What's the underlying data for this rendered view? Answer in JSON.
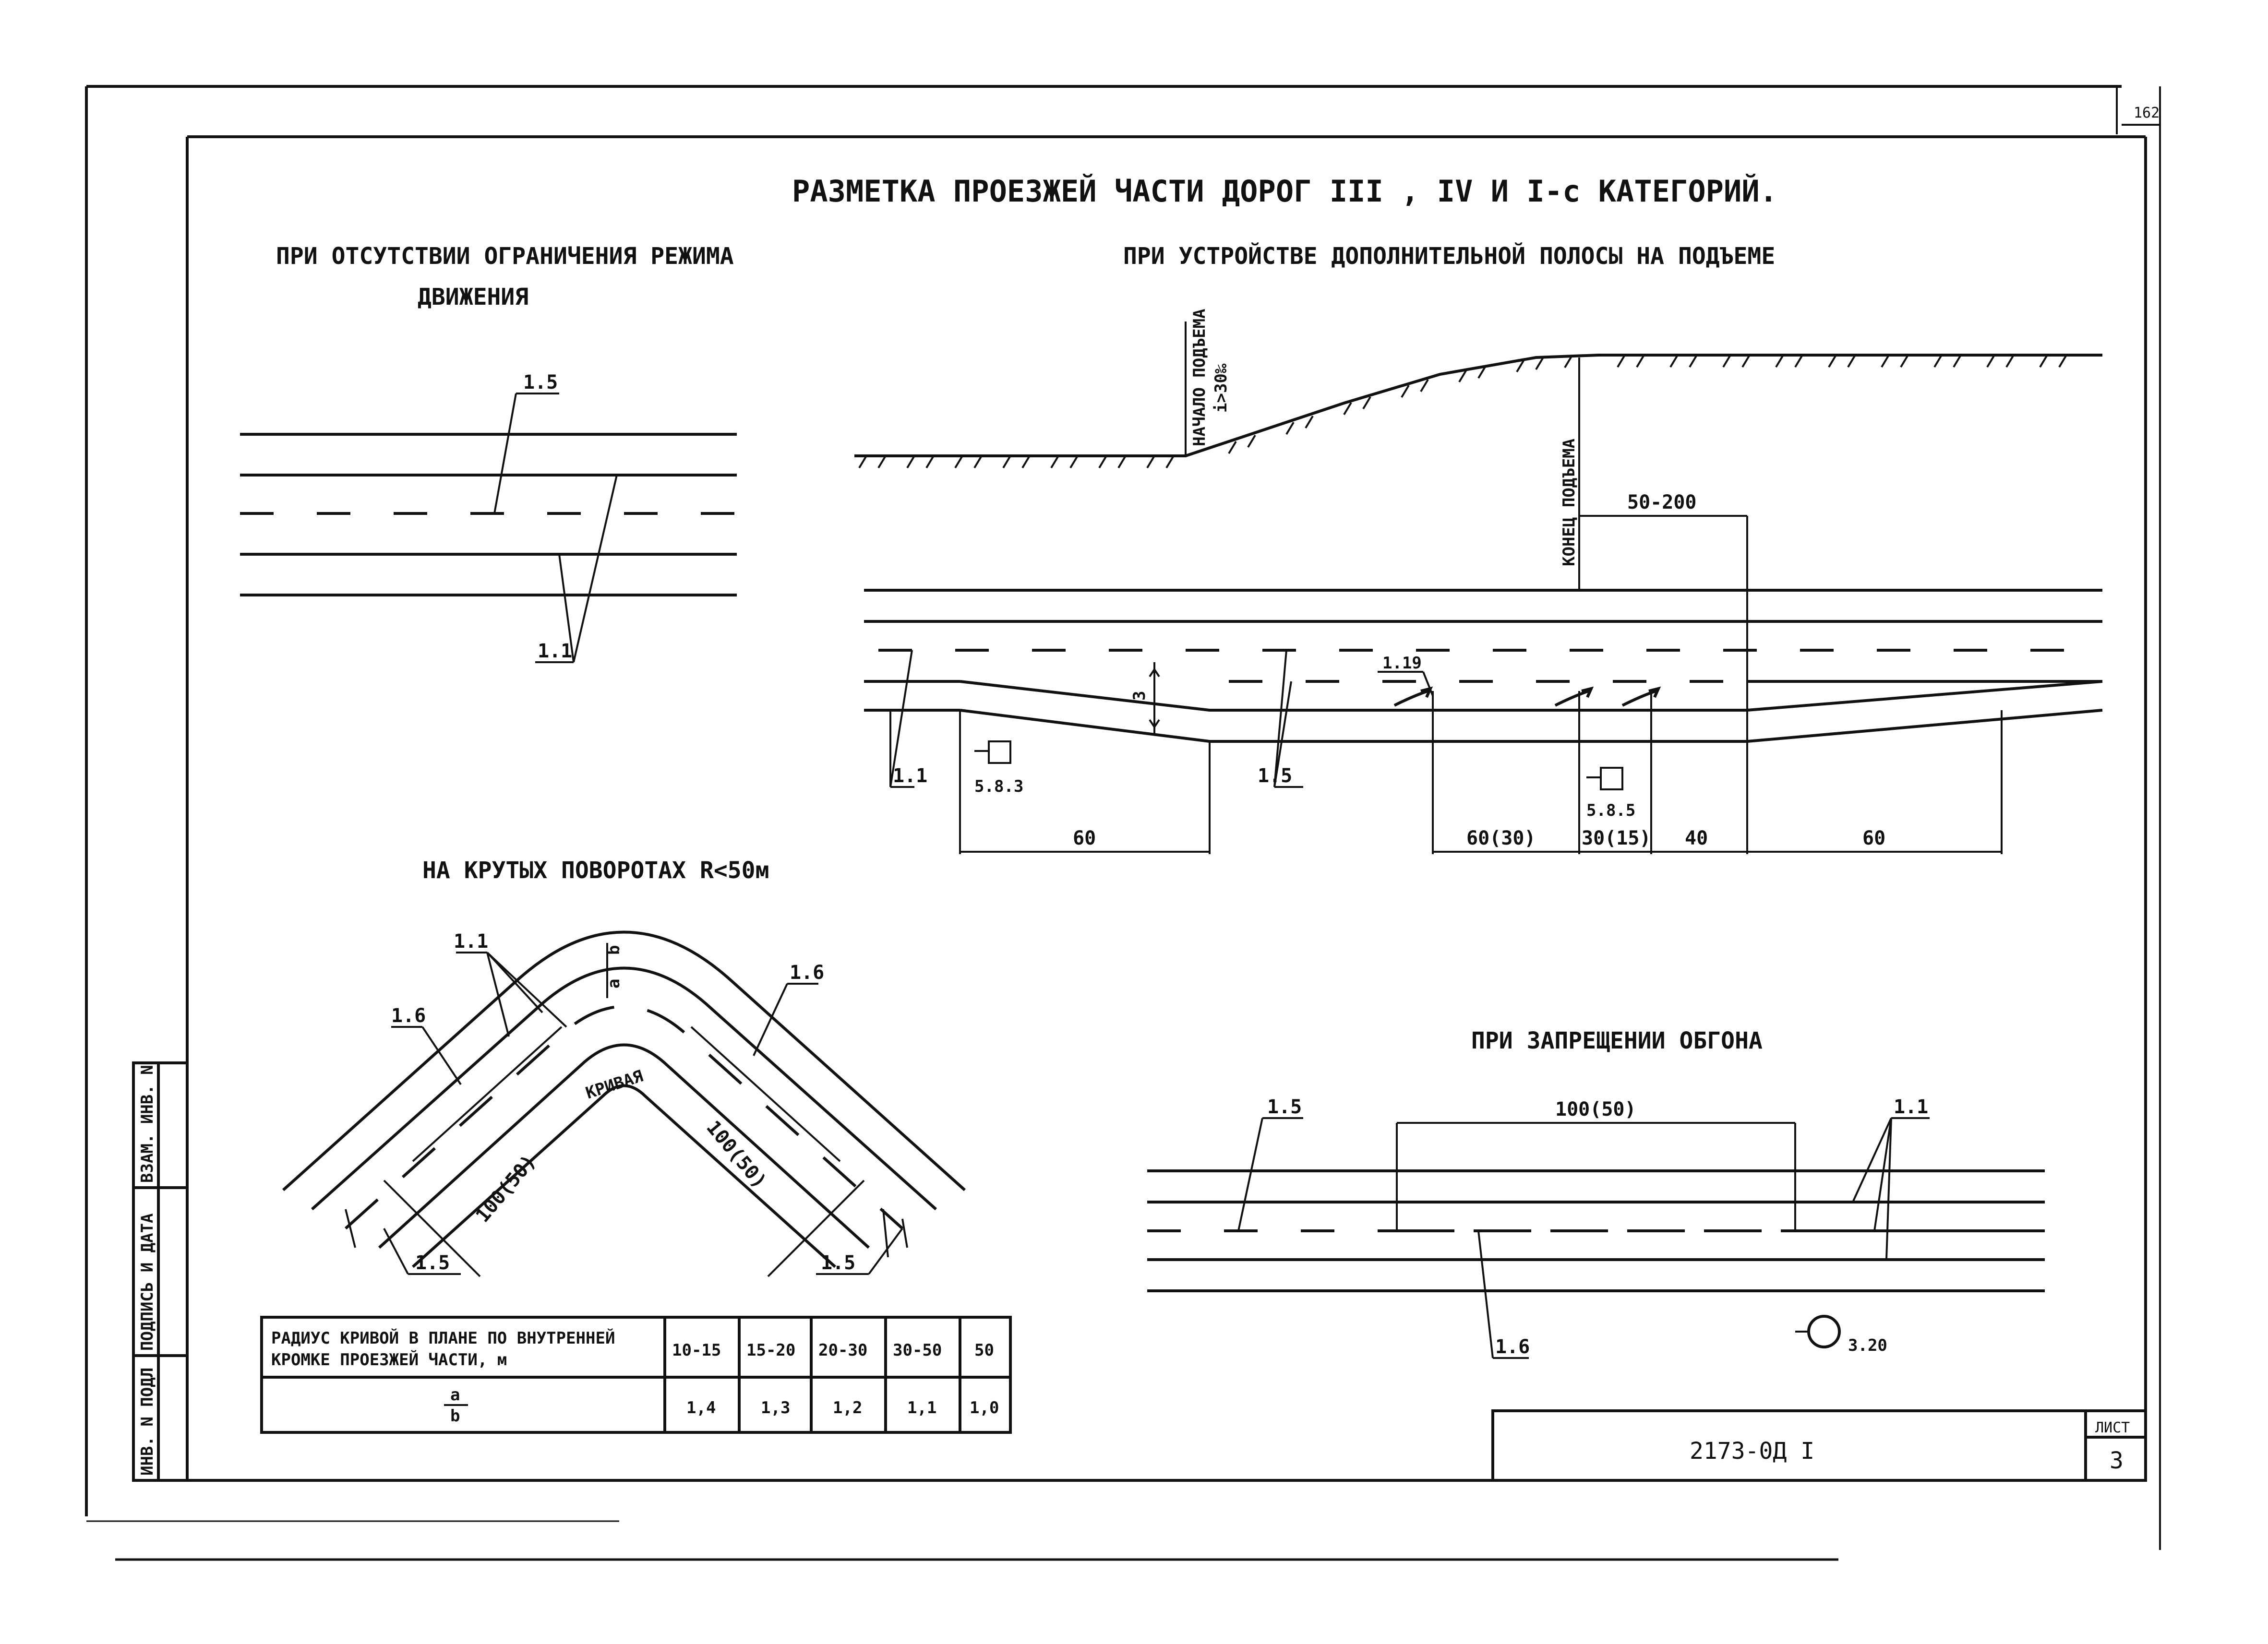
{
  "corner_number": "162",
  "title": "РАЗМЕТКА ПРОЕЗЖЕЙ ЧАСТИ ДОРОГ III , IV И I-с КАТЕГОРИЙ.",
  "section_no_restriction": {
    "title_line1": "ПРИ ОТСУТСТВИИ ОГРАНИЧЕНИЯ РЕЖИМА",
    "title_line2": "ДВИЖЕНИЯ",
    "label_dashed": "1.5",
    "label_solid": "1.1"
  },
  "section_climb_lane": {
    "title": "ПРИ УСТРОЙСТВЕ ДОПОЛНИТЕЛЬНОЙ ПОЛОСЫ НА ПОДЪЕМЕ",
    "start_label": "НАЧАЛО ПОДЪЕМА",
    "start_grade": "i>30‰",
    "end_label": "КОНЕЦ ПОДЪЕМА",
    "dim_top": "50-200",
    "dim_width": "3",
    "label_1_19": "1.19",
    "label_1_1": "1.1",
    "label_1_5": "1.5",
    "sign_1": "5.8.3",
    "sign_2": "5.8.5",
    "dims_bottom": [
      "60",
      "60(30)",
      "30(15)",
      "40",
      "60"
    ]
  },
  "section_curves": {
    "title": "НА КРУТЫХ ПОВОРОТАХ R<50м",
    "label_1_1": "1.1",
    "label_1_6_left": "1.6",
    "label_1_6_right": "1.6",
    "label_1_5_left": "1.5",
    "label_1_5_right": "1.5",
    "label_a": "a",
    "label_b": "b",
    "curve_label": "КРИВАЯ",
    "dim_left": "100(50)",
    "dim_right": "100(50)"
  },
  "table": {
    "header_line1": "РАДИУС КРИВОЙ В ПЛАНЕ ПО ВНУТРЕННЕЙ",
    "header_line2": "КРОМКЕ ПРОЕЗЖЕЙ ЧАСТИ, м",
    "ranges": [
      "10-15",
      "15-20",
      "20-30",
      "30-50",
      "50"
    ],
    "ratio_label_num": "a",
    "ratio_label_den": "b",
    "ratios": [
      "1,4",
      "1,3",
      "1,2",
      "1,1",
      "1,0"
    ]
  },
  "section_no_overtaking": {
    "title": "ПРИ ЗАПРЕЩЕНИИ ОБГОНА",
    "label_1_5": "1.5",
    "label_1_1": "1.1",
    "label_1_6": "1.6",
    "dim": "100(50)",
    "sign": "3.20"
  },
  "side_stamp": [
    "ИНВ. N ПОДЛ",
    "ПОДПИСЬ И ДАТА",
    "ВЗАМ. ИНВ. N"
  ],
  "title_block": {
    "code": "2173-0Д I",
    "sheet_label": "ЛИСТ",
    "sheet_number": "3"
  }
}
